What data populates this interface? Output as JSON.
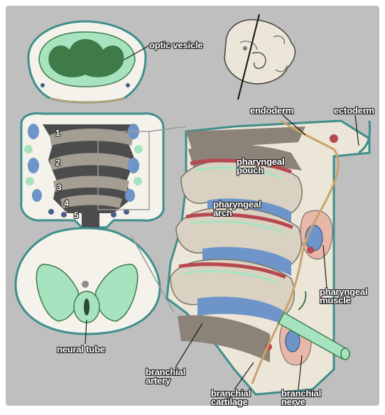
{
  "colors": {
    "background": "#bfbfbf",
    "green_tissue": "#a7e3bf",
    "dark_green": "#3f7a49",
    "outline_teal": "#3f8f8c",
    "tan_endoderm": "#c9a36a",
    "artery_red": "#b8484f",
    "nerve_blue": "#6d95c9",
    "flesh": "#e8e1d2"
  },
  "labels": {
    "optic_vesicle": "optic vesicle",
    "endoderm": "endoderm",
    "ectoderm": "ectoderm",
    "pharyngeal_pouch": "pharyngeal\npouch",
    "pharyngeal_arch": "pharyngeal\narch",
    "pharyngeal_muscle": "pharyngeal\nmuscle",
    "neural_tube": "neural tube",
    "branchial_artery": "branchial\nartery",
    "branchial_cartilage": "branchial\ncartilage",
    "branchial_nerve": "branchial\nnerve"
  },
  "arch_numbers": [
    "1",
    "2",
    "3",
    "4",
    "5"
  ]
}
